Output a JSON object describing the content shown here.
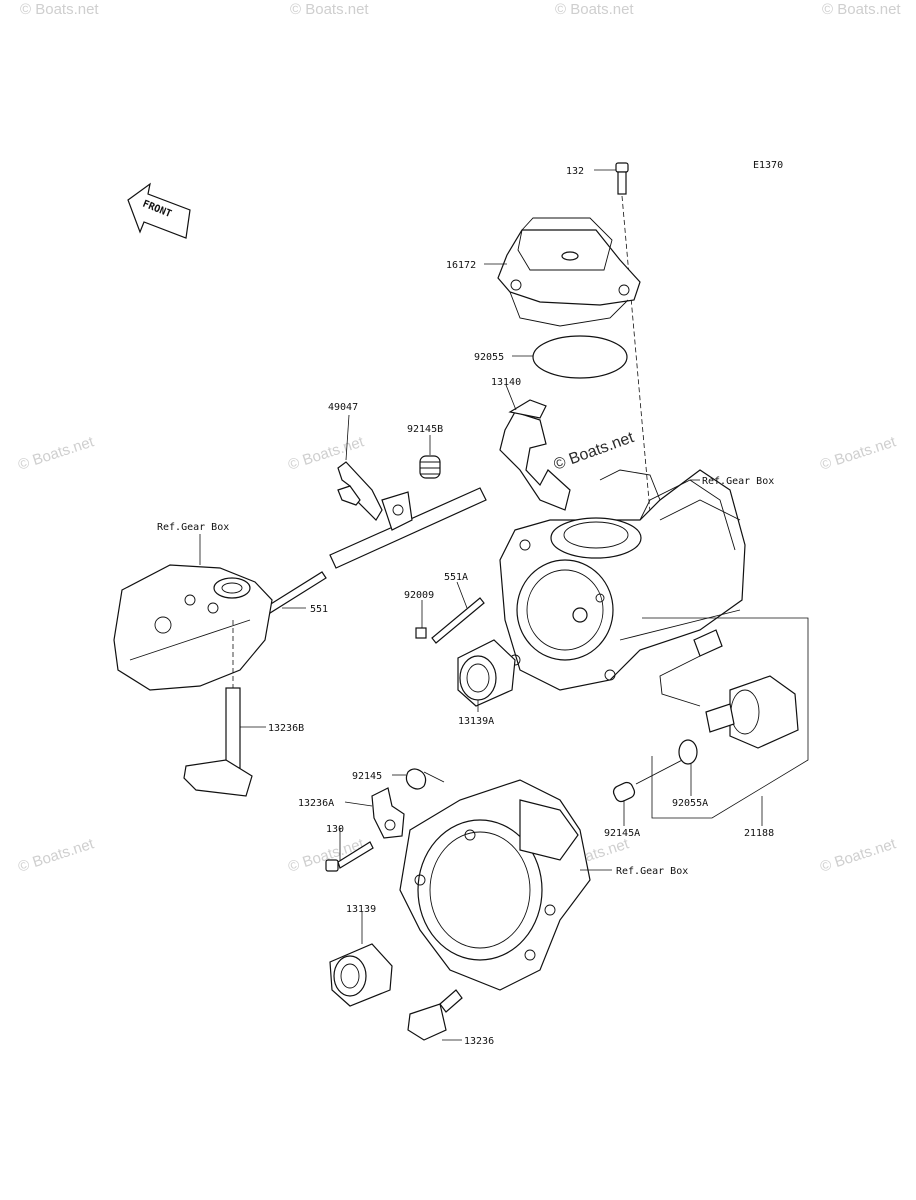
{
  "diagram_code": "E1370",
  "front_label": "FRONT",
  "watermark": "© Boats.net",
  "parts": {
    "p132": "132",
    "p16172": "16172",
    "p92055": "92055",
    "p13140": "13140",
    "p49047": "49047",
    "p92145B": "92145B",
    "p551": "551",
    "p551A": "551A",
    "p92009": "92009",
    "p13139A": "13139A",
    "p13236B": "13236B",
    "p92145": "92145",
    "p13236A": "13236A",
    "p130": "130",
    "p13139": "13139",
    "p13236": "13236",
    "p92145A": "92145A",
    "p92055A": "92055A",
    "p21188": "21188"
  },
  "refs": {
    "gearbox_right": "Ref.Gear Box",
    "gearbox_left": "Ref.Gear Box",
    "gearbox_bottom": "Ref.Gear Box"
  }
}
